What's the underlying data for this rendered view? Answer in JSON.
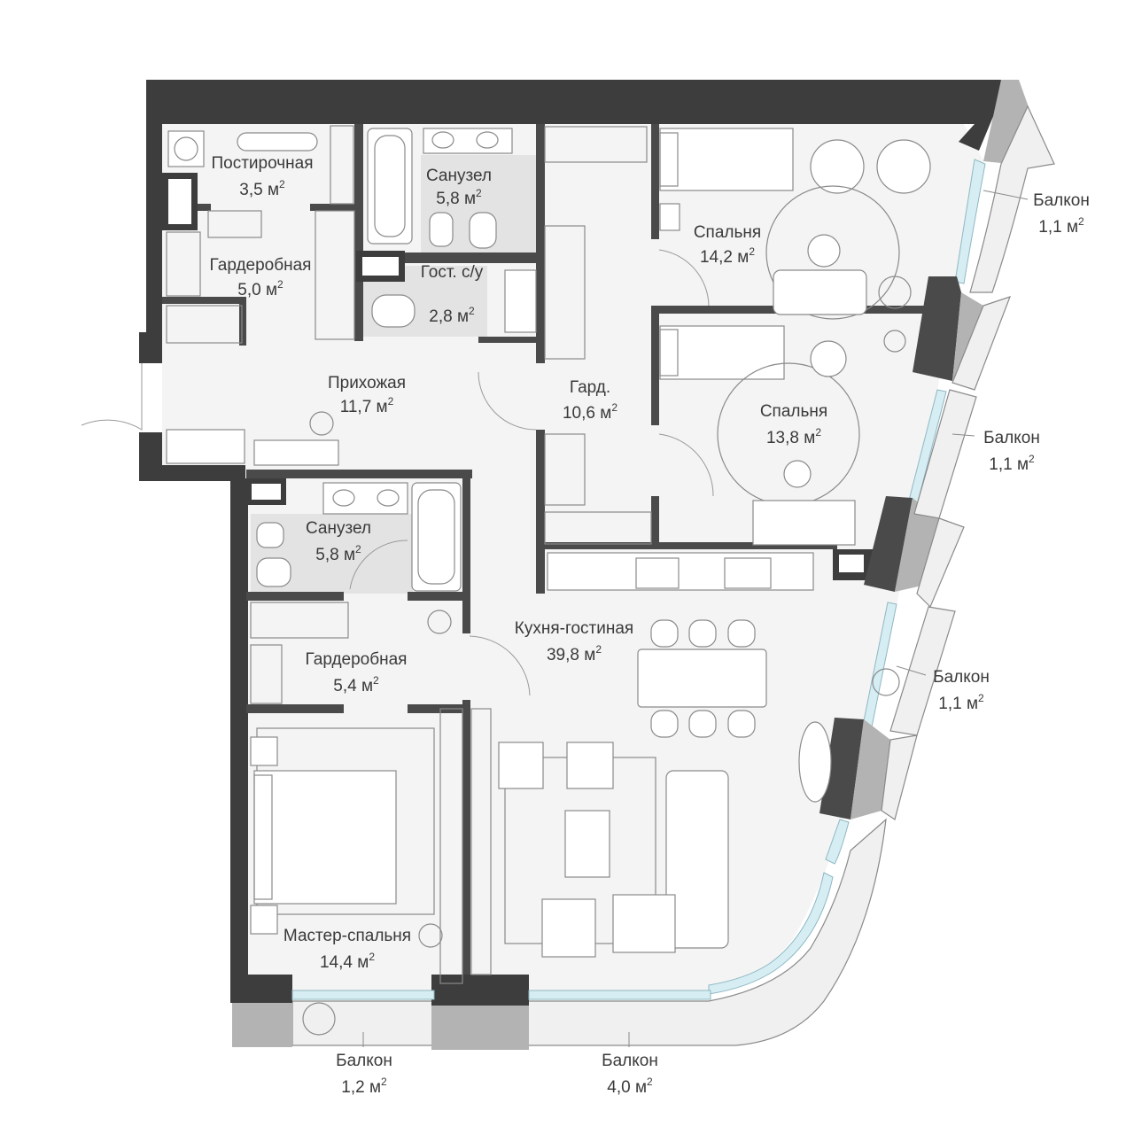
{
  "plan": {
    "area_unit": "м",
    "area_power": "2",
    "rooms": [
      {
        "id": "postirochnaya",
        "name": "Постирочная",
        "area": "3,5"
      },
      {
        "id": "sanuzel-top",
        "name": "Санузел",
        "area": "5,8"
      },
      {
        "id": "garderobnaya-top",
        "name": "Гардеробная",
        "area": "5,0"
      },
      {
        "id": "gost-su",
        "name": "Гост. с/у",
        "area": "2,8"
      },
      {
        "id": "prihozhaya",
        "name": "Прихожая",
        "area": "11,7"
      },
      {
        "id": "gard",
        "name": "Гард.",
        "area": "10,6"
      },
      {
        "id": "spalnya-top",
        "name": "Спальня",
        "area": "14,2"
      },
      {
        "id": "spalnya-mid",
        "name": "Спальня",
        "area": "13,8"
      },
      {
        "id": "sanuzel-bottom",
        "name": "Санузел",
        "area": "5,8"
      },
      {
        "id": "kuhnya-gostinaya",
        "name": "Кухня-гостиная",
        "area": "39,8"
      },
      {
        "id": "garderobnaya-bottom",
        "name": "Гардеробная",
        "area": "5,4"
      },
      {
        "id": "master-spalnya",
        "name": "Мастер-спальня",
        "area": "14,4"
      }
    ],
    "balconies": [
      {
        "id": "balkon-1",
        "name": "Балкон",
        "area": "1,1"
      },
      {
        "id": "balkon-2",
        "name": "Балкон",
        "area": "1,1"
      },
      {
        "id": "balkon-3",
        "name": "Балкон",
        "area": "1,1"
      },
      {
        "id": "balkon-4",
        "name": "Балкон",
        "area": "1,2"
      },
      {
        "id": "balkon-5",
        "name": "Балкон",
        "area": "4,0"
      }
    ]
  }
}
